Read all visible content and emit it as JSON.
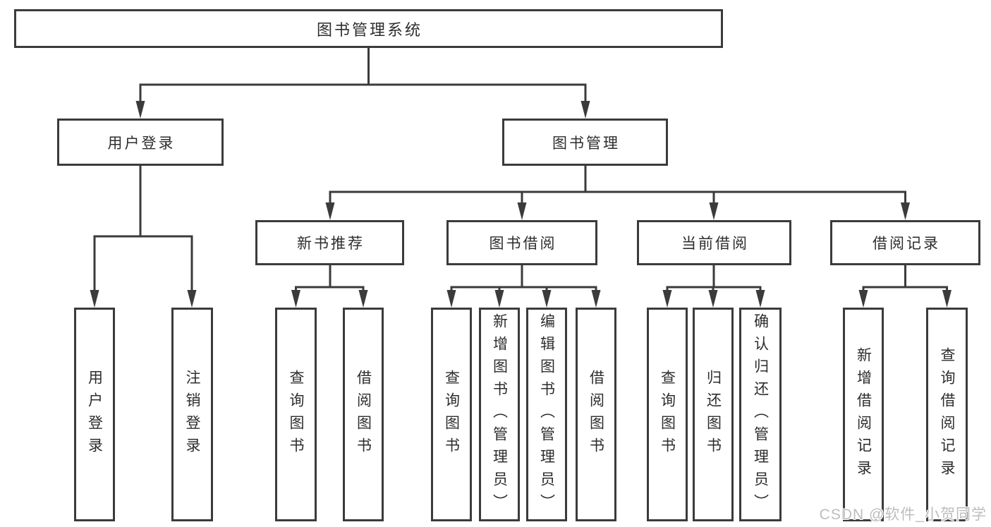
{
  "colors": {
    "line": "#3b3b3b",
    "text": "#2d2d2d",
    "watermark": "#bdbdbd",
    "background": "#ffffff"
  },
  "title": {
    "label": "图书管理系统"
  },
  "level2": [
    {
      "label": "用户登录"
    },
    {
      "label": "图书管理"
    }
  ],
  "level3": [
    {
      "label": "新书推荐"
    },
    {
      "label": "图书借阅"
    },
    {
      "label": "当前借阅"
    },
    {
      "label": "借阅记录"
    }
  ],
  "level4": {
    "user_login": [
      {
        "label": "用户登录"
      },
      {
        "label": "注销登录"
      }
    ],
    "new_books": [
      {
        "label": "查询图书"
      },
      {
        "label": "借阅图书"
      }
    ],
    "book_borrowing": [
      {
        "label": "查询图书"
      },
      {
        "label": "新增图书（管理员）"
      },
      {
        "label": "编辑图书（管理员）"
      },
      {
        "label": "借阅图书"
      }
    ],
    "current_borrowing": [
      {
        "label": "查询图书"
      },
      {
        "label": "归还图书"
      },
      {
        "label": "确认归还（管理员）"
      }
    ],
    "borrowing_records": [
      {
        "label": "新增借阅记录"
      },
      {
        "label": "查询借阅记录"
      }
    ]
  },
  "watermark": {
    "text": "CSDN @软件_小贺同学"
  }
}
